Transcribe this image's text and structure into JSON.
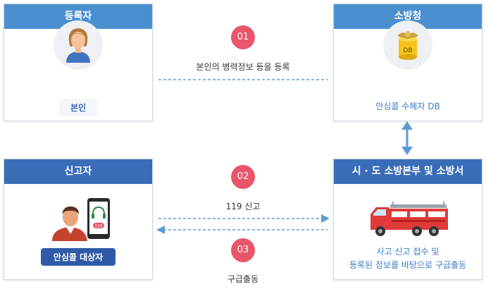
{
  "registrant": {
    "header": "등록자",
    "badge": "본인"
  },
  "fire_agency": {
    "header": "소방청",
    "caption": "안심콜 수혜자 DB",
    "db_label": "DB"
  },
  "reporter": {
    "header": "신고자",
    "badge": "안심콜 대상자",
    "phone_number": "119"
  },
  "fire_hq": {
    "header": "시 · 도 소방본부 및 소방서",
    "caption_line1": "사고 신고 접수 및",
    "caption_line2": "등록된 정보를 바탕으로 구급출동"
  },
  "steps": [
    {
      "number": "01",
      "label": "본인의 병력정보 등을 등록"
    },
    {
      "number": "02",
      "label": "119 신고"
    },
    {
      "number": "03",
      "label": "구급출동"
    }
  ],
  "colors": {
    "header_light": "#4a90d0",
    "header_dark": "#3a6db8",
    "step": "#e8566b",
    "arrow": "#5b9bd5",
    "caption": "#3d7cc4"
  }
}
